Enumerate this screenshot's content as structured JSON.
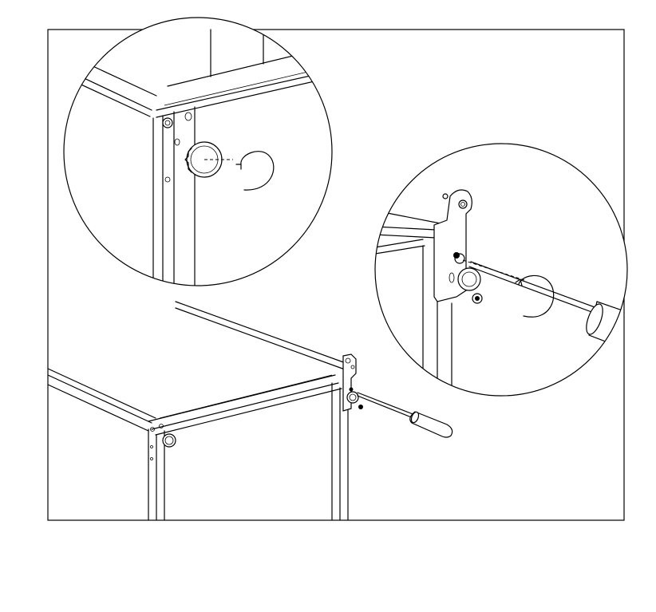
{
  "figure": {
    "colors": {
      "line": "#000000",
      "background": "#ffffff"
    },
    "panels": [
      "overview-cabinet",
      "detail-knob-zoom",
      "detail-screwdriver-zoom"
    ]
  }
}
